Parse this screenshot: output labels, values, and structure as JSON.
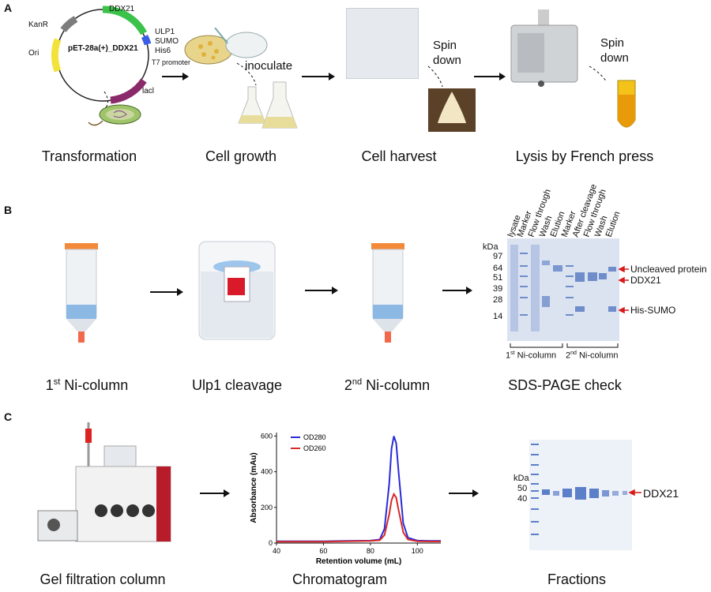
{
  "panels": {
    "a": "A",
    "b": "B",
    "c": "C"
  },
  "plasmid": {
    "name": "pET-28a(+)_DDX21",
    "labels": {
      "kanr": "KanR",
      "ori": "Ori",
      "ddx21": "DDX21",
      "ulp1": "ULP1",
      "sumo": "SUMO",
      "his6": "His6",
      "t7": "T7 promoter",
      "lacl": "lacl"
    }
  },
  "panel_a": {
    "inoculate": "inoculate",
    "spin_down": "Spin\ndown",
    "captions": [
      "Transformation",
      "Cell growth",
      "Cell harvest",
      "Lysis by French press"
    ]
  },
  "panel_b": {
    "captions": [
      "1st Ni-column",
      "Ulp1 cleavage",
      "2nd Ni-column",
      "SDS-PAGE check"
    ],
    "sup": "st",
    "sup2": "nd",
    "caption1_main": "1",
    "caption1_rest": " Ni-column",
    "caption3_main": "2",
    "caption3_rest": " Ni-column",
    "gel": {
      "kda_label": "kDa",
      "markers": [
        "97",
        "64",
        "51",
        "39",
        "28",
        "14"
      ],
      "lanes": [
        "lysate",
        "Marker",
        "Flow through",
        "Wash",
        "Elution",
        "Marker",
        "After cleavage",
        "Flow through",
        "Wash",
        "Elution"
      ],
      "annotations": [
        "Uncleaved protein",
        "DDX21",
        "His-SUMO"
      ],
      "group1_main": "1",
      "group1_sup": "st",
      "group1_rest": " Ni-column",
      "group2_main": "2",
      "group2_sup": "nd",
      "group2_rest": " Ni-column"
    }
  },
  "panel_c": {
    "captions": [
      "Gel filtration column",
      "Chromatogram",
      "Fractions"
    ],
    "gel": {
      "kda_label": "kDa",
      "markers": [
        "50",
        "40"
      ],
      "annotation": "DDX21"
    }
  },
  "chart_data": {
    "type": "line",
    "xlabel": "Retention volume (mL)",
    "ylabel": "Absorbance (mAu)",
    "xlim": [
      40,
      110
    ],
    "ylim": [
      0,
      620
    ],
    "xticks": [
      "40",
      "60",
      "80",
      "100"
    ],
    "yticks": [
      "0",
      "200",
      "400",
      "600"
    ],
    "legend_position": "top-left",
    "grid": false,
    "series": [
      {
        "name": "OD280",
        "color": "#2a2ad8",
        "x": [
          40,
          60,
          70,
          80,
          84,
          86,
          88,
          89,
          90,
          91,
          92,
          94,
          96,
          100,
          105,
          110
        ],
        "y": [
          10,
          10,
          12,
          14,
          20,
          80,
          330,
          530,
          600,
          560,
          400,
          110,
          30,
          14,
          12,
          12
        ]
      },
      {
        "name": "OD260",
        "color": "#d82a2a",
        "x": [
          40,
          60,
          70,
          80,
          84,
          86,
          88,
          89,
          90,
          91,
          92,
          94,
          96,
          100,
          105,
          110
        ],
        "y": [
          8,
          8,
          10,
          12,
          16,
          45,
          160,
          240,
          275,
          255,
          185,
          60,
          20,
          10,
          9,
          9
        ]
      }
    ]
  }
}
